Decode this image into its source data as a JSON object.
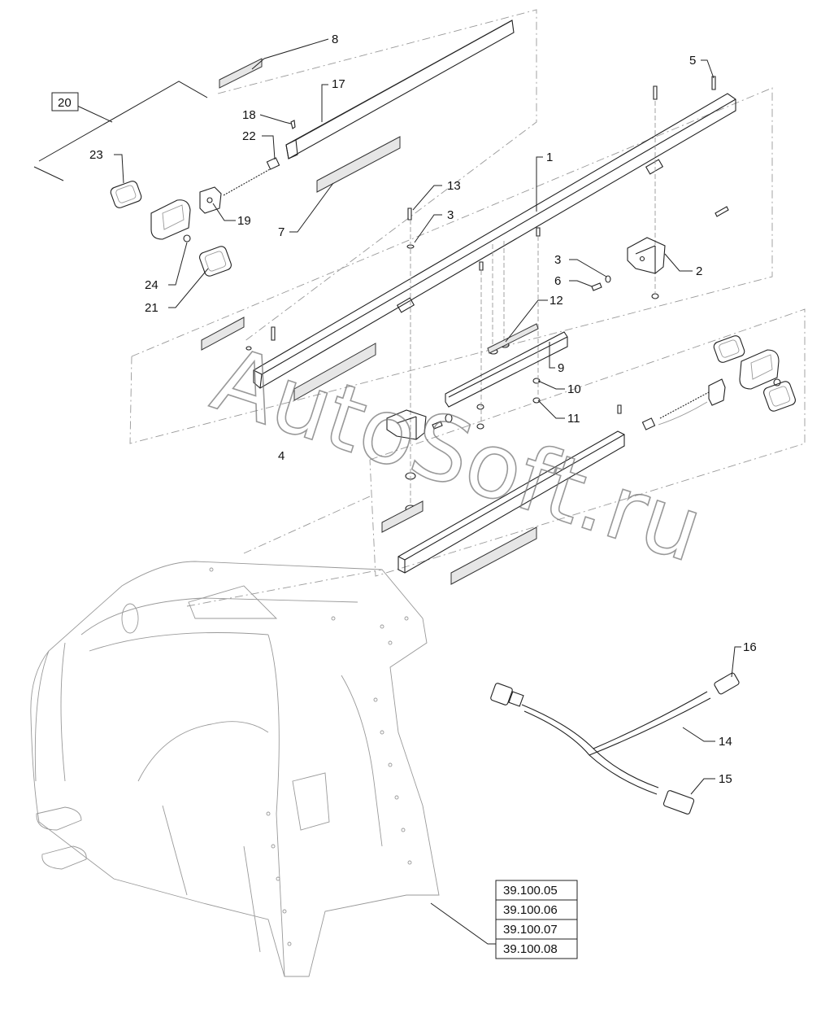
{
  "callouts": [
    {
      "id": "c8",
      "text": "8"
    },
    {
      "id": "c17",
      "text": "17"
    },
    {
      "id": "c20",
      "text": "20"
    },
    {
      "id": "c18",
      "text": "18"
    },
    {
      "id": "c22",
      "text": "22"
    },
    {
      "id": "c23",
      "text": "23"
    },
    {
      "id": "c19",
      "text": "19"
    },
    {
      "id": "c7",
      "text": "7"
    },
    {
      "id": "c24",
      "text": "24"
    },
    {
      "id": "c21",
      "text": "21"
    },
    {
      "id": "c13",
      "text": "13"
    },
    {
      "id": "c3a",
      "text": "3"
    },
    {
      "id": "c1",
      "text": "1"
    },
    {
      "id": "c5",
      "text": "5"
    },
    {
      "id": "c3b",
      "text": "3"
    },
    {
      "id": "c6",
      "text": "6"
    },
    {
      "id": "c2",
      "text": "2"
    },
    {
      "id": "c12",
      "text": "12"
    },
    {
      "id": "c9",
      "text": "9"
    },
    {
      "id": "c10",
      "text": "10"
    },
    {
      "id": "c11",
      "text": "11"
    },
    {
      "id": "c4",
      "text": "4"
    },
    {
      "id": "c16",
      "text": "16"
    },
    {
      "id": "c14",
      "text": "14"
    },
    {
      "id": "c15",
      "text": "15"
    }
  ],
  "watermark": "AutoSoft.ru",
  "references": [
    "39.100.05",
    "39.100.06",
    "39.100.07",
    "39.100.08"
  ]
}
